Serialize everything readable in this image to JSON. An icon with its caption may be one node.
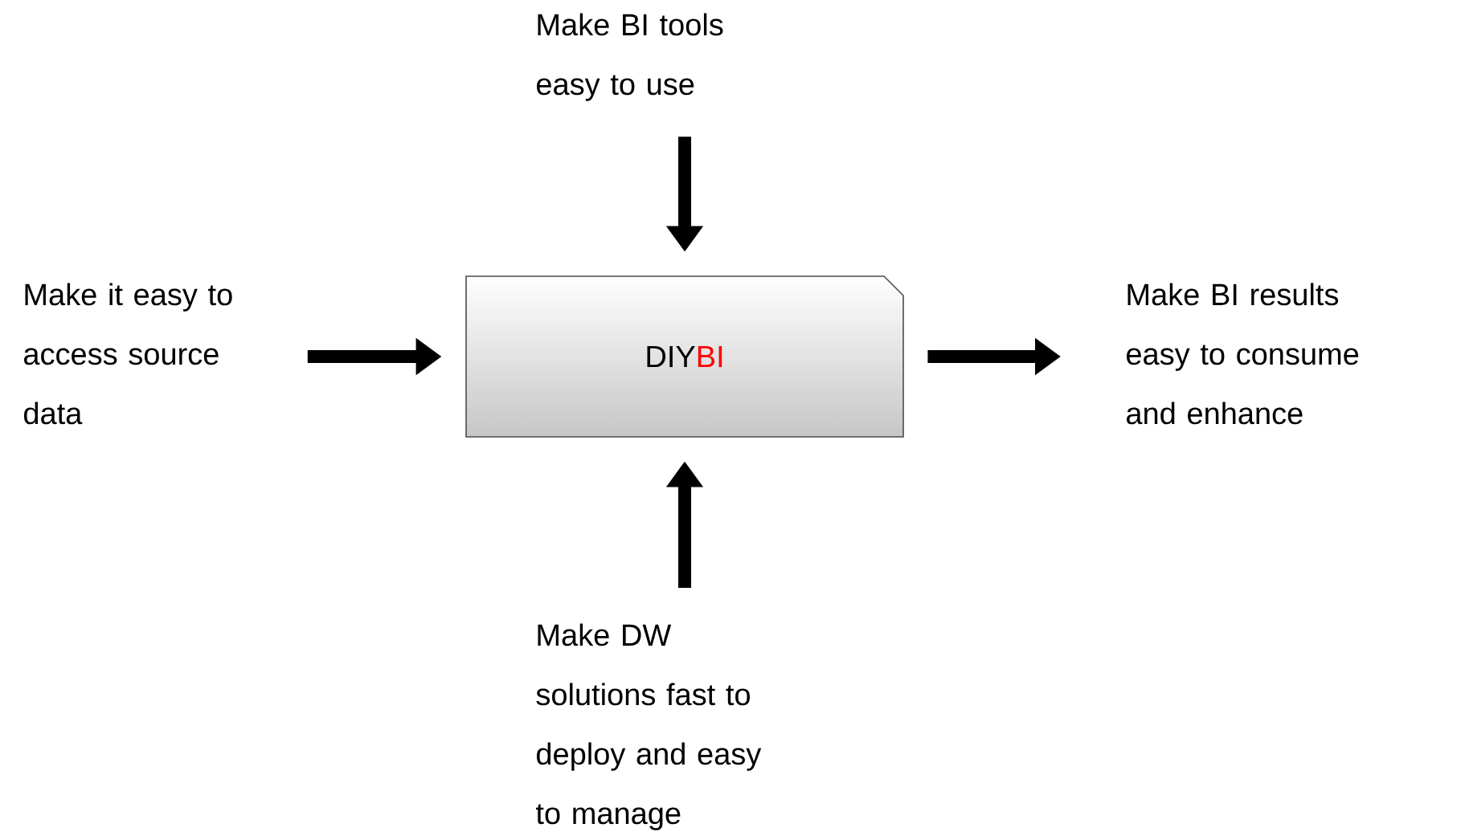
{
  "diagram": {
    "nodes": [
      {
        "text": [
          "Make BI tools easy to use"
        ]
      },
      {
        "text": [
          "Make it easy to access source data"
        ]
      },
      {
        "text": [
          "DIY",
          "BI"
        ]
      },
      {
        "text": [
          "Make BI results easy to consume and enhance"
        ]
      },
      {
        "text": [
          "Make DW solutions fast to deploy and easy to manage"
        ]
      }
    ],
    "edges": [
      {
        "from": 0,
        "to": 2,
        "arrow": "to"
      },
      {
        "from": 1,
        "to": 2,
        "arrow": "to"
      },
      {
        "from": 2,
        "to": 3,
        "arrow": "to"
      },
      {
        "from": 4,
        "to": 2,
        "arrow": "to"
      }
    ]
  }
}
